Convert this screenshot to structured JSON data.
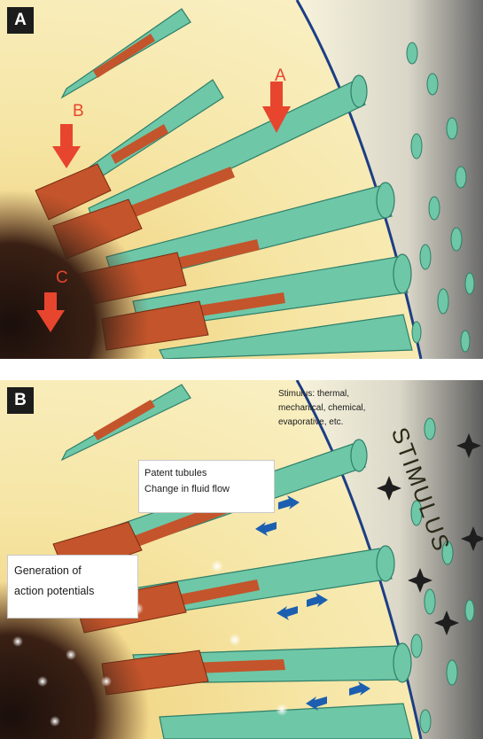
{
  "panels": [
    {
      "tag": "A",
      "arrow_labels": [
        "A",
        "B",
        "C"
      ]
    },
    {
      "tag": "B",
      "callouts": {
        "tubules": "Patent tubules\nChange in fluid flow",
        "action": "Generation of\naction potentials",
        "stimulus_types": "Stimulus: thermal,\nmechanical, chemical,\nevaporative, etc."
      },
      "stimulus_word": "STIMULUS"
    }
  ],
  "colors": {
    "dentin": "#f4e6a3",
    "tubule": "#6ec7a7",
    "odontoblast": "#c4542b",
    "arrow": "#e8452e",
    "flow_arrow": "#1c5fb0",
    "enamel_boundary": "#1d3e85"
  }
}
